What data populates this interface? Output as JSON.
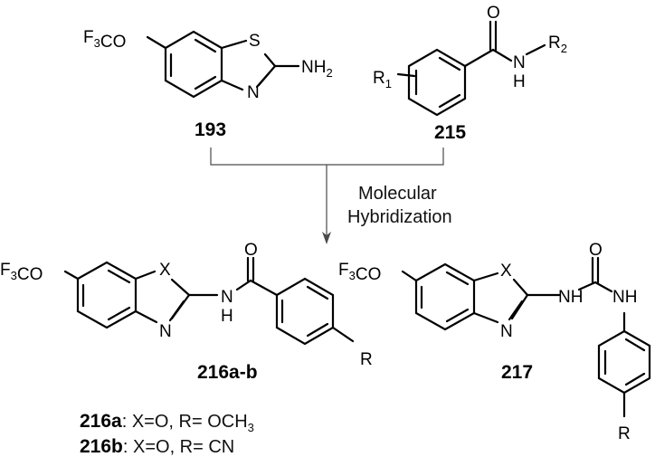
{
  "compounds": {
    "c193": {
      "label": "193",
      "substituent": "F3CO",
      "heteroatom_s": "S",
      "heteroatom_n": "N",
      "amine": "NH2"
    },
    "c215": {
      "label": "215",
      "r1": "R1",
      "r2": "R2",
      "oxygen": "O",
      "n": "N",
      "h": "H"
    },
    "c216": {
      "label": "216a-b",
      "substituent": "F3CO",
      "x": "X",
      "n": "N",
      "nh_n": "N",
      "nh_h": "H",
      "oxygen": "O",
      "r": "R"
    },
    "c217": {
      "label": "217",
      "substituent": "F3CO",
      "x": "X",
      "n": "N",
      "nh1": "NH",
      "nh2": "NH",
      "oxygen": "O",
      "r": "R"
    }
  },
  "arrow": {
    "line1": "Molecular",
    "line2": "Hybridization"
  },
  "notes": [
    {
      "id": "216a",
      "rest": ": X=O, R= OCH3"
    },
    {
      "id": "216b",
      "rest": ": X=O, R= CN"
    }
  ]
}
